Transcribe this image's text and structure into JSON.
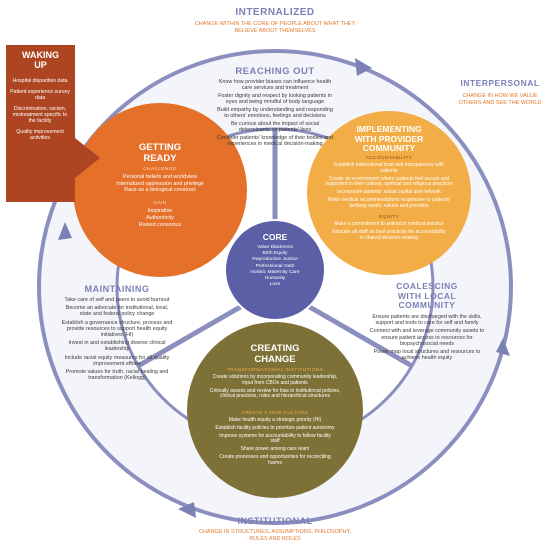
{
  "internalized": {
    "title": "INTERNALIZED",
    "subtitle": "CHANGE WITHIN THE CORE OF PEOPLE ABOUT WHAT THEY BELIEVE ABOUT THEMSELVES"
  },
  "interpersonal": {
    "title": "INTERPERSONAL",
    "subtitle": "CHANGE IN HOW WE VALUE OTHERS AND SEE THE WORLD"
  },
  "institutional": {
    "title": "INSTITUTIONAL",
    "subtitle": "CHANGE IN STRUCTURES, ASSUMPTIONS, PHILOSOPHY, RULES AND ROLES"
  },
  "waking_up": {
    "title_line1": "WAKING",
    "title_line2": "UP",
    "items": [
      "Hospital disparities data",
      "Patient experience survey data",
      "Discrimination, racism, mistreatment specific to the facility",
      "Quality improvement activities"
    ]
  },
  "reaching_out": {
    "title": "REACHING OUT",
    "items": [
      "Know how provider biases can influence health care services and treatment",
      "Foster dignity and respect by looking patients in eyes and being mindful of body language",
      "Build empathy by understanding and responding to others' emotions, feelings and decisions",
      "Be curious about the impact of social determinants on patients' lives",
      "Consider patients' knowledge of their bodies and experiences in medical decision-making"
    ]
  },
  "getting_ready": {
    "title_line1": "GETTING",
    "title_line2": "READY",
    "challenge_label": "CHALLENGE",
    "challenge_items": [
      "Personal beliefs and worldview",
      "Internalized oppression and privilege",
      "Race as a biological construct"
    ],
    "gain_label": "GAIN",
    "gain_items": [
      "Inspiration",
      "Authenticity",
      "Raised conscious"
    ]
  },
  "implementing": {
    "title_line1": "IMPLEMENTING",
    "title_line2": "WITH PROVIDER",
    "title_line3": "COMMUNITY",
    "accountability_label": "ACCOUNTABILITY",
    "accountability_items": [
      "Establish bidirectional trust and transparency with patients",
      "Create an environment where patients feel secure and supported in their cultural, spiritual and religious practices",
      "Incorporate patients' social capital and network",
      "Make medical recommendations responsive to patients' birthing needs, values and priorities"
    ],
    "equity_label": "EQUITY",
    "equity_items": [
      "Make a commitment to antiracist medical practice",
      "Educate all staff on best practices for accountability in shared decision-making"
    ]
  },
  "core": {
    "title": "CORE",
    "items": [
      "Value Blackness",
      "Birth Equity",
      "Reproductive Justice",
      "Professional Oath",
      "Holistic Maternity Care",
      "Humanity",
      "Love"
    ]
  },
  "maintaining": {
    "title": "MAINTAINING",
    "items": [
      "Take care of self and peers to avoid burnout",
      "Become an advocate for institutional, local, state and federal policy change",
      "Establish a governance structure, process and provide resources to support health equity initiatives (HI)",
      "Invest in and establishing diverse clinical leadership",
      "Include racial equity measures for all quality improvement efforts",
      "Promote values for truth, racial healing and transformation (Kellogg)"
    ]
  },
  "coalescing": {
    "title_line1": "COALESCING",
    "title_line2": "WITH LOCAL",
    "title_line3": "COMMUNITY",
    "items": [
      "Ensure patients are discharged with the skills, support and tools to care for self and family",
      "Connect with and leverage community assets to ensure patient access to resources for biopsychosocial needs",
      "Power map local structures and resources to achieve health equity"
    ]
  },
  "creating_change": {
    "title_line1": "CREATING",
    "title_line2": "CHANGE",
    "transformational_label": "TRANSFORMATIONAL INSTITUTIONS",
    "transformational_items": [
      "Create solutions by incorporating community leadership, input from CBOs and patients",
      "Critically assess and review for bias in institutional policies, clinical practices, rules and hierarchical structures"
    ],
    "culture_label": "CREATE A NEW CULTURE",
    "culture_items": [
      "Make health equity a strategic priority (HI)",
      "Establish facility policies to prioritize patient autonomy",
      "Improve systems for accountability to fellow facility staff",
      "Share power among care team",
      "Create processes and opportunities for reconciling harms"
    ]
  },
  "colors": {
    "ring": "#7b80b5",
    "ring_fill": "#eef0f8",
    "orange": "#e4702a",
    "gold": "#f2ad46",
    "olive": "#7e7137",
    "waking_up": "#ad4522",
    "core": "#5a5fa6"
  }
}
